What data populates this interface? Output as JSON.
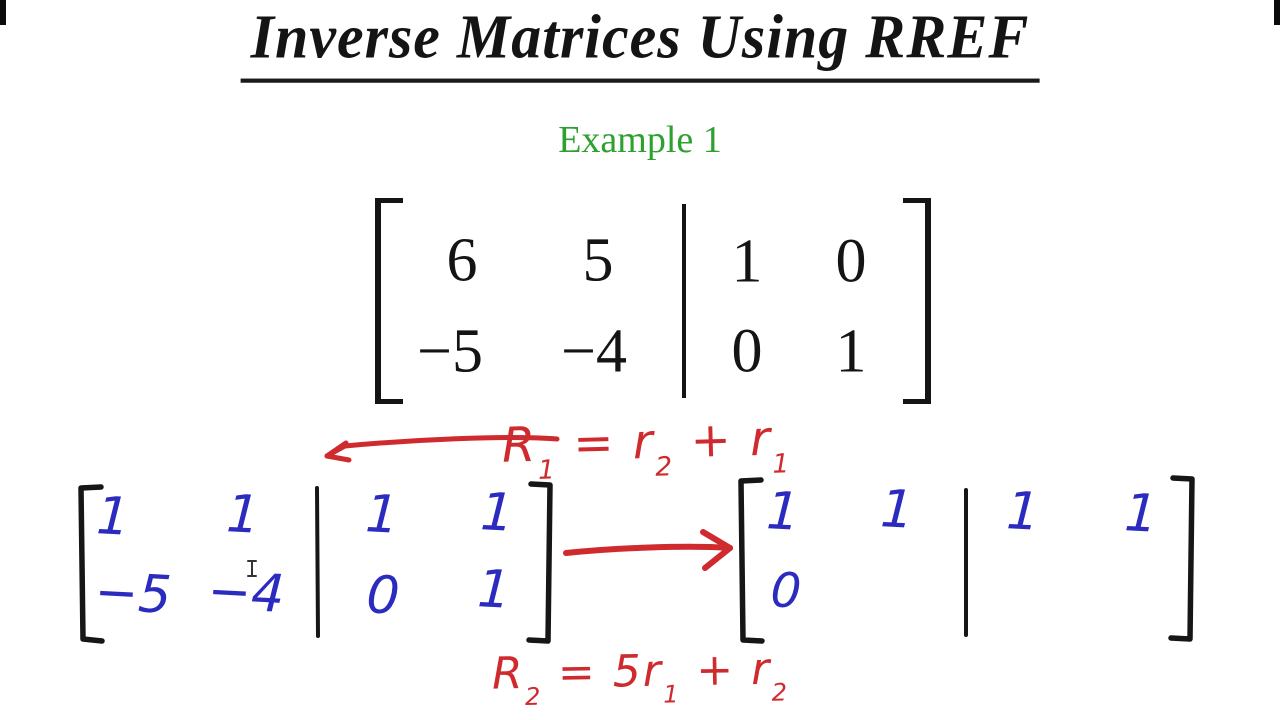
{
  "title": "Inverse Matrices Using RREF",
  "example_label": "Example 1",
  "colors": {
    "ink_black": "#141414",
    "ink_red": "#cf2b2f",
    "ink_blue": "#2b2bbf",
    "green": "#2da12f"
  },
  "printed_matrix": {
    "rows": [
      [
        "6",
        "5",
        "1",
        "0"
      ],
      [
        "−5",
        "−4",
        "0",
        "1"
      ]
    ]
  },
  "row_op_1": {
    "seg0": "R",
    "seg1": "1",
    "seg2": " = r",
    "seg3": "2",
    "seg4": " + r",
    "seg5": "1"
  },
  "row_op_2": {
    "seg0": "R",
    "seg1": "2",
    "seg2": " = 5r",
    "seg3": "1",
    "seg4": " + r",
    "seg5": "2"
  },
  "hand_matrix_left": {
    "rows": [
      [
        "1",
        "1",
        "1",
        "1"
      ],
      [
        "−5",
        "−4",
        "0",
        "1"
      ]
    ]
  },
  "hand_matrix_right": {
    "rows": [
      [
        "1",
        "1",
        "1",
        "1"
      ],
      [
        "0",
        "",
        "",
        ""
      ]
    ]
  },
  "icons": {
    "row_op1_arrow": "hand-drawn hook arrow pointing down-left",
    "transform_arrow": "hand-drawn arrow pointing right",
    "text_cursor": "small i-beam text cursor"
  }
}
